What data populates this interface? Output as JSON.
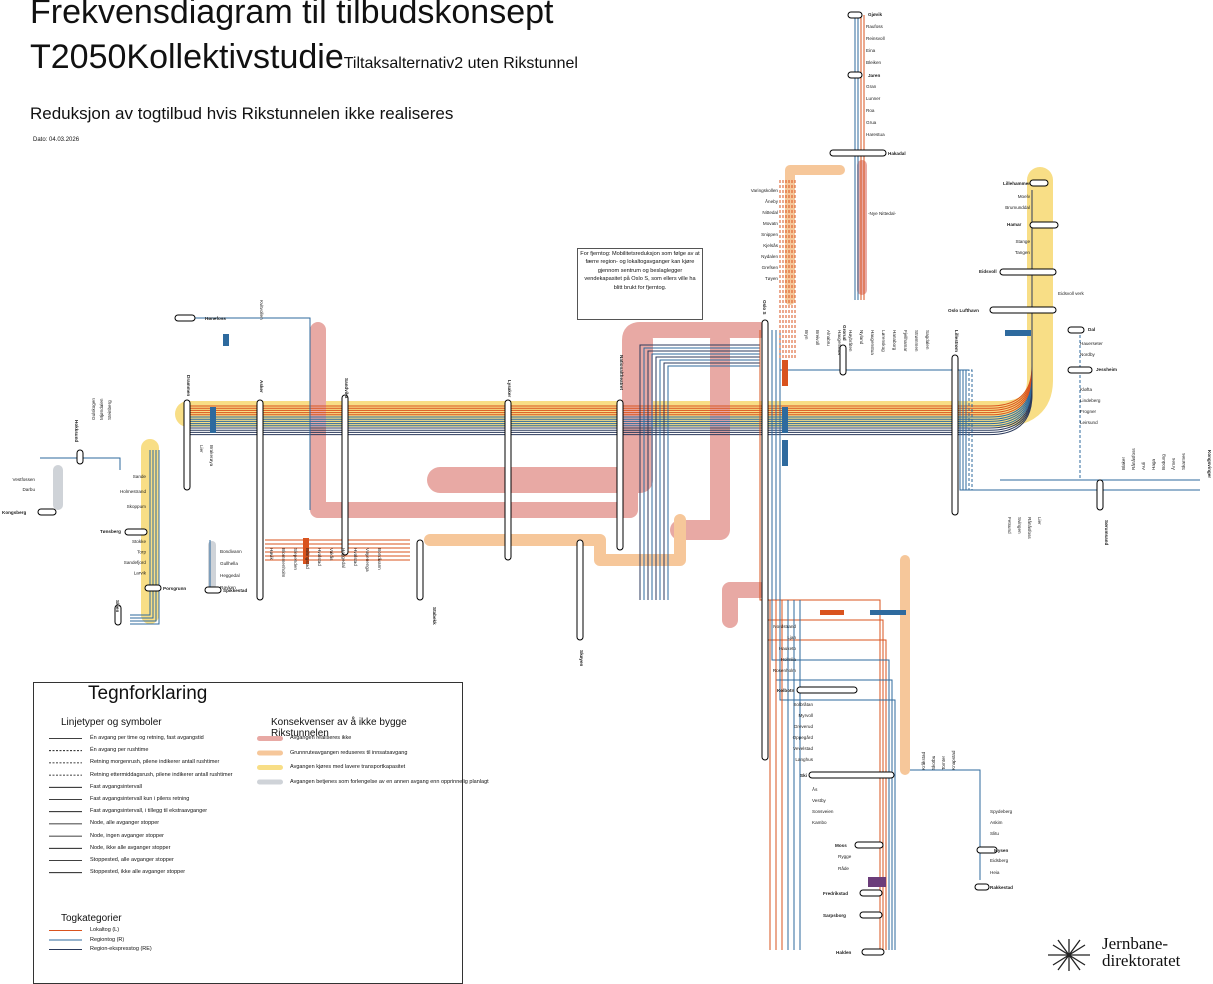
{
  "title": {
    "line1": "Frekvensdiagram til tilbudskonsept",
    "line2": "T2050Kollektivstudie",
    "line2_suffix": "Tiltaksalternativ2 uten Rikstunnel",
    "subtitle": "Reduksjon av togtilbud hvis Rikstunnelen ikke realiseres",
    "date": "Dato: 04.03.2026"
  },
  "callout": "For fjerntog: Mobilitetsreduksjon som følge av at færre region- og lokaltogavganger kan kjøre gjennom sentrum og beslaglegger vendekapasitet på Oslo S, som ellers ville ha blitt brukt for fjerntog.",
  "colors": {
    "local": "#d9531e",
    "regional": "#2e6a9e",
    "re": "#2b3a5c",
    "red_band": "#e8a9a4",
    "orange_band": "#f6c79a",
    "yellow_band": "#f8de86",
    "grey_band": "#cfd3d8",
    "purple_box": "#6b3d7a"
  },
  "legend": {
    "title": "Tegnforklaring",
    "line_section": "Linjetyper og symboler",
    "cons_section": "Konsekvenser av å ikke bygge Rikstunnelen",
    "cat_section": "Togkategorier",
    "line_items": [
      "Én avgang per time og retning, fast avgangstid",
      "Én avgang per rushtime",
      "Retning morgenrush, pilene indikerer antall rushtimer",
      "Retning ettermiddagsrush, pilene indikerer antall rushtimer",
      "Fast avgangsintervall",
      "Fast avgangsintervall kun i pilens retning",
      "Fast avgangsintervall, i tillegg til ekstraavganger",
      "Node, alle avganger stopper",
      "Node, ingen avganger stopper",
      "Node, ikke alle avganger stopper",
      "Stoppested, alle avganger stopper",
      "Stoppested, ikke alle avganger stopper"
    ],
    "cons_items": [
      "Avgangen realiseres ikke",
      "Grunnruteavgangen reduseres til innsatsavgang",
      "Avgangen kjøres med lavere transportkapasitet",
      "Avgangen betjenes som forlengelse av en annen avgang enn opprinnelig planlagt"
    ],
    "cat_items": [
      "Lokaltog (L)",
      "Regiontog (R)",
      "Region-ekspresstog (RE)"
    ]
  },
  "logo": {
    "line1": "Jernbane-",
    "line2": "direktoratet"
  },
  "stations": {
    "major": [
      {
        "name": "Gjøvik"
      },
      {
        "name": "Jaren"
      },
      {
        "name": "Hakadal"
      },
      {
        "name": "Lillehammer"
      },
      {
        "name": "Hamar"
      },
      {
        "name": "Eidsvoll"
      },
      {
        "name": "Oslo Lufthavn"
      },
      {
        "name": "Dal"
      },
      {
        "name": "Jessheim"
      },
      {
        "name": "Kongsvinger"
      },
      {
        "name": "Lillestrøm"
      },
      {
        "name": "Grorud"
      },
      {
        "name": "Oslo S"
      },
      {
        "name": "Nationaltheatret"
      },
      {
        "name": "Lysaker"
      },
      {
        "name": "Sandvika"
      },
      {
        "name": "Asker"
      },
      {
        "name": "Drammen"
      },
      {
        "name": "Hønefoss"
      },
      {
        "name": "Hokksund"
      },
      {
        "name": "Kongsberg"
      },
      {
        "name": "Tønsberg"
      },
      {
        "name": "Porsgrunn"
      },
      {
        "name": "Skien"
      },
      {
        "name": "Spikkestad"
      },
      {
        "name": "Kolbotn"
      },
      {
        "name": "Ski"
      },
      {
        "name": "Moss"
      },
      {
        "name": "Fredrikstad"
      },
      {
        "name": "Sarpsborg"
      },
      {
        "name": "Halden"
      },
      {
        "name": "Mysen"
      },
      {
        "name": "Rakkestad"
      },
      {
        "name": "Stabekk"
      },
      {
        "name": "Skøyen"
      },
      {
        "name": "Sørumsand"
      }
    ],
    "gjovik_line": [
      "Raufoss",
      "Reinsvoll",
      "Eina",
      "Bleiken",
      "Gran",
      "Lunner",
      "Roa",
      "Grua",
      "Harestua"
    ],
    "nittedal_line": [
      "Varingskollen",
      "Åneby",
      "Nittedal",
      "Movatn",
      "Snippen",
      "Kjelsås",
      "Nydalen",
      "Grefsen",
      "Tøyen"
    ],
    "nye_nittedal": "Nye Nittedal",
    "dovre_line": [
      "Moelv",
      "Brumunddal",
      "Stange",
      "Tangen"
    ],
    "eidsvoll_verk": "Eidsvoll verk",
    "dal_line": [
      "Hauerseter",
      "Nordby",
      "Kløfta",
      "Lindeberg",
      "Frogner",
      "Leirsund"
    ],
    "kongsvinger_line": [
      "Blaker",
      "Rånåsfoss",
      "Auli",
      "Haga",
      "Bodung",
      "Årnes",
      "Skarnes"
    ],
    "sorum_line": [
      "Fetsund",
      "Svingen",
      "Rånåsfoss",
      "Lier"
    ],
    "grorud_line": [
      "Bryn",
      "Breivoll",
      "Alnabru",
      "Haugenstua",
      "Høybråten",
      "Nyland",
      "Haugenstua",
      "Lørenskog",
      "Hanaborg",
      "Fjellhamar",
      "Strømmen",
      "Sagdalen"
    ],
    "asker_line": [
      "Lier",
      "Brakerøya"
    ],
    "spikkestad_line": [
      "Bondivann",
      "Gullhella",
      "Heggedal",
      "Røyken"
    ],
    "hokksund_line": [
      "Kvitvollen"
    ],
    "vestfold_line": [
      "Sande",
      "Holmestrand",
      "Skoppum",
      "Stokke",
      "Torp",
      "Sandefjord",
      "Larvik"
    ],
    "kongsberg_line": [
      "Vestfossen",
      "Darbu",
      "Gulskogen",
      "Mjøndalen",
      "Steinberg"
    ],
    "hovik_line": [
      "Høvik",
      "Blommenholm",
      "Slependen",
      "Billingstad",
      "Hvalstad",
      "Vakås",
      "Heggedal",
      "Hvalstad",
      "Vøyenenga",
      "Bondivann"
    ],
    "ostfold_inner": [
      "Nordstrand",
      "Ljan",
      "Hauketo",
      "Holmlia",
      "Rosenholm"
    ],
    "kolbotn_ski": [
      "Solbråtan",
      "Myrvoll",
      "Greverud",
      "Oppegård",
      "Vevelstad",
      "Langhus"
    ],
    "ski_moss": [
      "Ås",
      "Vestby",
      "Sonsveien",
      "Kambo"
    ],
    "moss_fredrikstad": [
      "Rygge",
      "Råde"
    ],
    "ostre_line": [
      "Kråkstad",
      "Skotbu",
      "Tomter",
      "Knapstad",
      "Spydeberg",
      "Askim",
      "Slitu",
      "Eidsberg",
      "Heia"
    ]
  }
}
